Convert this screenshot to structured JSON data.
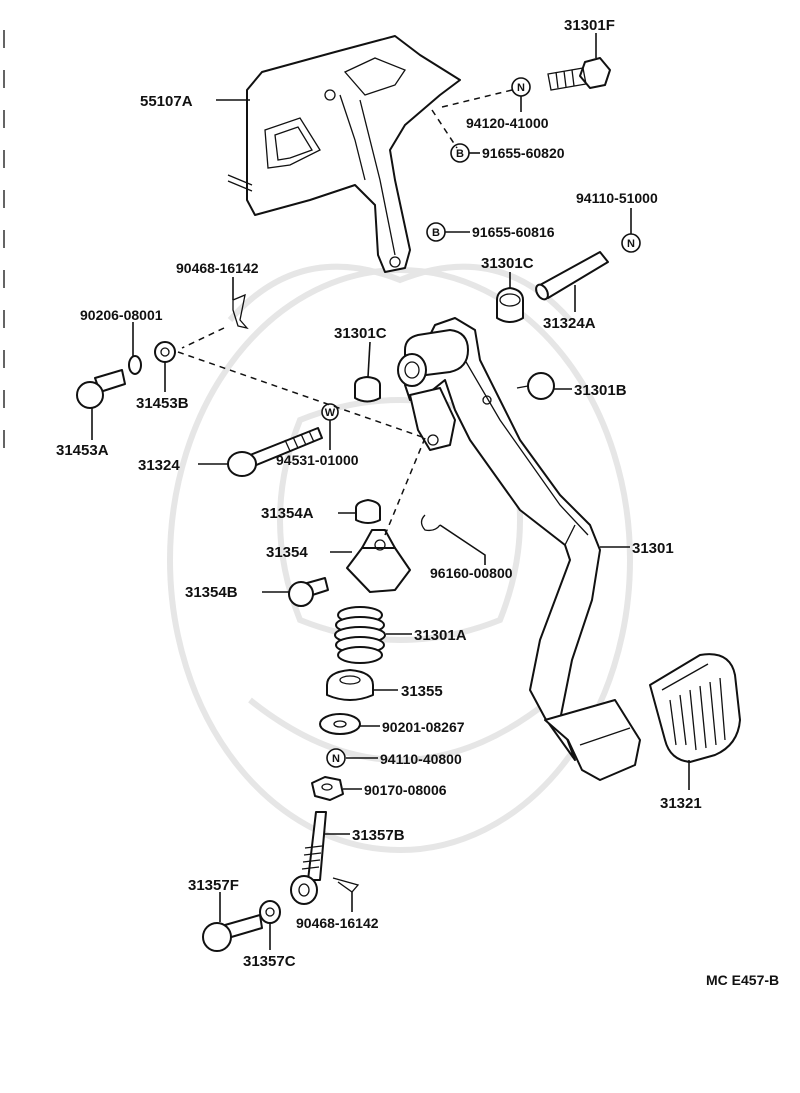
{
  "diagram_code": "MC E457-B",
  "symbol_letters": {
    "nut": "N",
    "bolt": "B",
    "washer": "W"
  },
  "parts": {
    "p_31301F": "31301F",
    "p_55107A": "55107A",
    "p_94120_41000": "94120-41000",
    "p_91655_60820": "91655-60820",
    "p_94110_51000": "94110-51000",
    "p_91655_60816": "91655-60816",
    "p_90468_16142_top": "90468-16142",
    "p_31301C_right": "31301C",
    "p_90206_08001": "90206-08001",
    "p_31324A": "31324A",
    "p_31301C_left": "31301C",
    "p_31453B": "31453B",
    "p_31301B": "31301B",
    "p_31453A": "31453A",
    "p_31324": "31324",
    "p_94531_01000": "94531-01000",
    "p_31354A": "31354A",
    "p_31354": "31354",
    "p_31301": "31301",
    "p_96160_00800": "96160-00800",
    "p_31354B": "31354B",
    "p_31301A": "31301A",
    "p_31355": "31355",
    "p_90201_08267": "90201-08267",
    "p_94110_40800": "94110-40800",
    "p_90170_08006": "90170-08006",
    "p_31357B": "31357B",
    "p_31321": "31321",
    "p_31357F": "31357F",
    "p_90468_16142_bottom": "90468-16142",
    "p_31357C": "31357C"
  }
}
